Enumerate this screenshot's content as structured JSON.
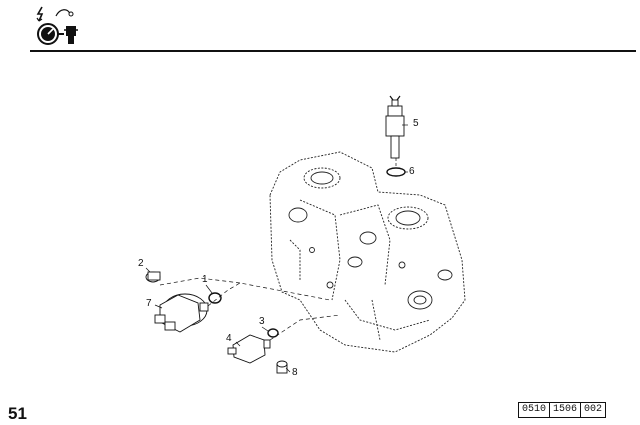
{
  "callouts": {
    "c1": "1",
    "c2": "2",
    "c3": "3",
    "c4": "4",
    "c5": "5",
    "c6": "6",
    "c7": "7",
    "c8": "8"
  },
  "page_number": "51",
  "reference": [
    "0510",
    "1506",
    "002"
  ]
}
